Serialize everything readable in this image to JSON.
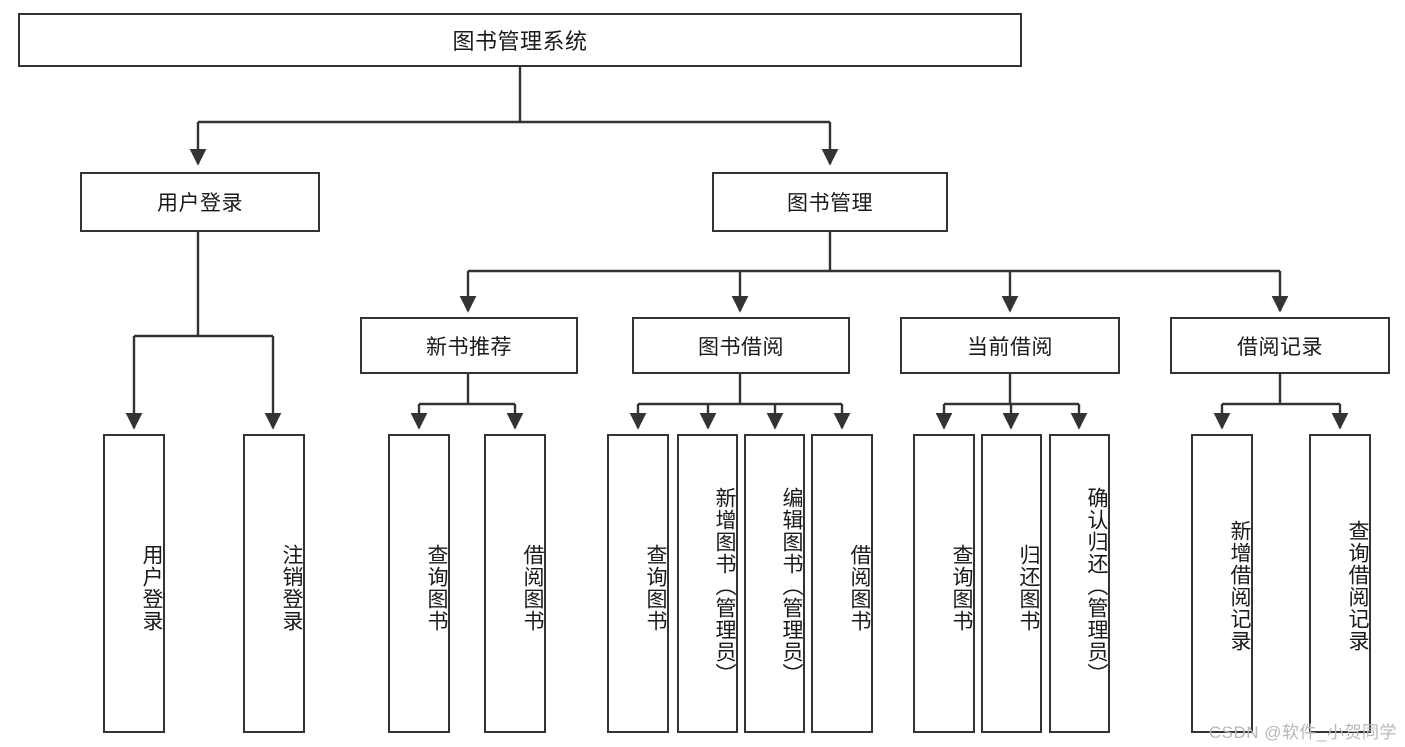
{
  "diagram": {
    "title": "图书管理系统",
    "type": "hierarchy-tree",
    "root": {
      "label": "图书管理系统",
      "children": [
        {
          "label": "用户登录",
          "children": [
            {
              "label": "用户登录"
            },
            {
              "label": "注销登录"
            }
          ]
        },
        {
          "label": "图书管理",
          "children": [
            {
              "label": "新书推荐",
              "children": [
                {
                  "label": "查询图书"
                },
                {
                  "label": "借阅图书"
                }
              ]
            },
            {
              "label": "图书借阅",
              "children": [
                {
                  "label": "查询图书"
                },
                {
                  "label": "新增图书（管理员）"
                },
                {
                  "label": "编辑图书（管理员）"
                },
                {
                  "label": "借阅图书"
                }
              ]
            },
            {
              "label": "当前借阅",
              "children": [
                {
                  "label": "查询图书"
                },
                {
                  "label": "归还图书"
                },
                {
                  "label": "确认归还（管理员）"
                }
              ]
            },
            {
              "label": "借阅记录",
              "children": [
                {
                  "label": "新增借阅记录"
                },
                {
                  "label": "查询借阅记录"
                }
              ]
            }
          ]
        }
      ]
    },
    "nodes": {
      "root": "图书管理系统",
      "user_login": "用户登录",
      "book_manage": "图书管理",
      "new_book_rec": "新书推荐",
      "book_borrow": "图书借阅",
      "current_borrow": "当前借阅",
      "borrow_record": "借阅记录",
      "leaf_user_login": "用户登录",
      "leaf_logout": "注销登录",
      "leaf_query_book_1": "查询图书",
      "leaf_borrow_book_1": "借阅图书",
      "leaf_query_book_2": "查询图书",
      "leaf_add_book": "新增图书（管理员）",
      "leaf_edit_book": "编辑图书（管理员）",
      "leaf_borrow_book_2": "借阅图书",
      "leaf_query_book_3": "查询图书",
      "leaf_return_book": "归还图书",
      "leaf_confirm_return": "确认归还（管理员）",
      "leaf_add_record": "新增借阅记录",
      "leaf_query_record": "查询借阅记录"
    },
    "colors": {
      "border": "#333333",
      "background": "#ffffff",
      "text": "#1a1a1a",
      "watermark": "#b8b8b8"
    }
  },
  "watermark": {
    "text": "CSDN @软件_小贺同学"
  }
}
